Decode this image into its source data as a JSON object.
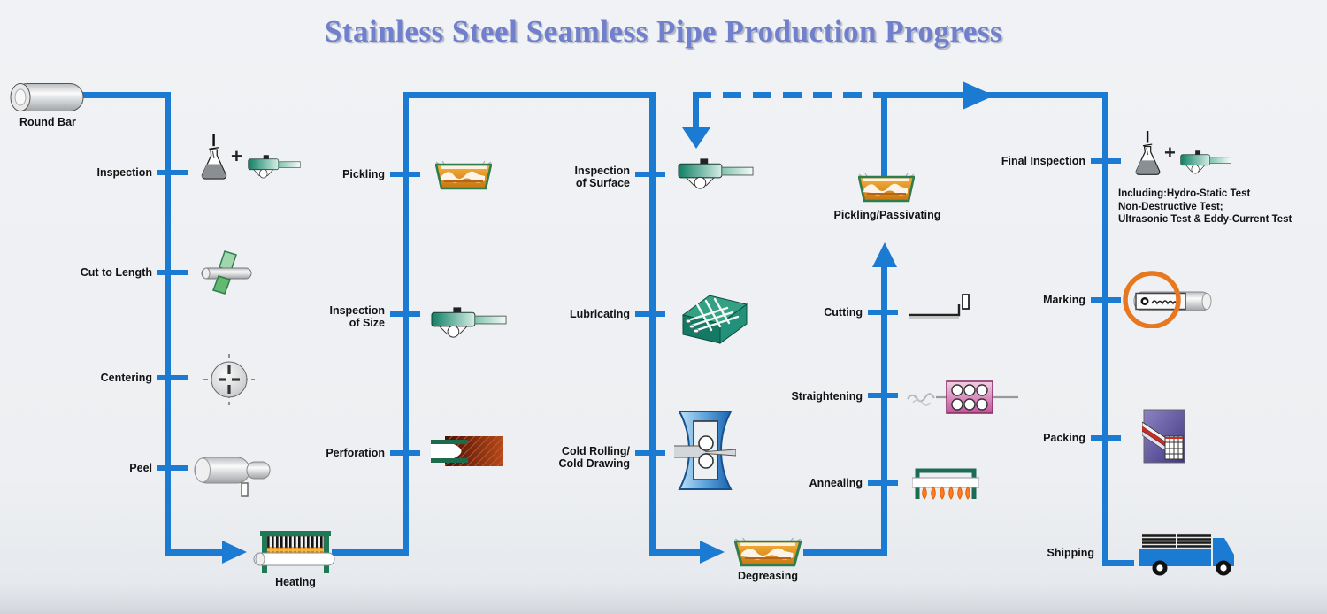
{
  "title": "Stainless Steel Seamless Pipe Production Progress",
  "plus_sign": "+",
  "colors": {
    "flow_line": "#1b7ad2",
    "title_text": "#7080cc",
    "label_text": "#121212",
    "marking_circle_orange": "#e87820",
    "tank_liquid_orange": "#f0a02e",
    "machine_green": "#1d7a55",
    "straightener_pink": "#c2519a",
    "rolling_mill_blue": "#4a90d0",
    "packing_purple": "#4a3f8f"
  },
  "stages": {
    "round_bar": "Round Bar",
    "inspection": "Inspection",
    "cut_to_length": "Cut to Length",
    "centering": "Centering",
    "peel": "Peel",
    "heating": "Heating",
    "pickling": "Pickling",
    "inspection_of_size": "Inspection\nof Size",
    "perforation": "Perforation",
    "inspection_of_surface": "Inspection\nof Surface",
    "lubricating": "Lubricating",
    "cold_rolling": "Cold Rolling/\nCold Drawing",
    "degreasing": "Degreasing",
    "pickling_passivating": "Pickling/Passivating",
    "cutting": "Cutting",
    "straightening": "Straightening",
    "annealing": "Annealing",
    "final_inspection": "Final Inspection",
    "final_inspection_note": "Including:Hydro-Static Test\nNon-Destructive Test;\nUltrasonic Test & Eddy-Current Test",
    "marking": "Marking",
    "packing": "Packing",
    "shipping": "Shipping"
  },
  "icons": {
    "round_bar": "steel-round-bar-icon",
    "inspection": "flask-and-caliper-icon",
    "cut_to_length": "saw-cutting-bar-icon",
    "centering": "crosshair-center-icon",
    "peel": "peeled-bar-icon",
    "heating": "induction-furnace-icon",
    "pickling": "acid-bath-tank-icon",
    "inspection_of_size": "caliper-icon",
    "perforation": "piercing-die-icon",
    "inspection_of_surface": "caliper-icon",
    "lubricating": "lubrication-box-icon",
    "cold_rolling": "rolling-mill-icon",
    "degreasing": "acid-bath-tank-icon",
    "pickling_passivating": "acid-bath-tank-icon",
    "cutting": "cut-pipe-icon",
    "straightening": "straightening-rolls-icon",
    "annealing": "annealing-furnace-icon",
    "final_inspection": "flask-and-caliper-icon",
    "marking": "marked-pipe-circled-icon",
    "packing": "bundled-pipes-icon",
    "shipping": "truck-icon"
  }
}
